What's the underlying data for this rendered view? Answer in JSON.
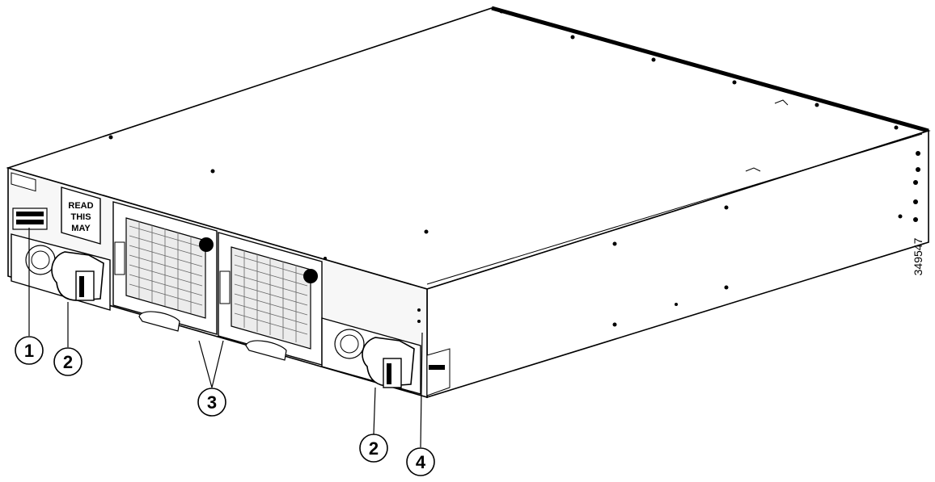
{
  "figure": {
    "id_label": "349547",
    "warning_label": [
      "READ",
      "THIS",
      "MAY"
    ],
    "callouts": [
      "1",
      "2",
      "2",
      "3",
      "4"
    ]
  },
  "colors": {
    "line": "#000000",
    "panel": "#ffffff",
    "shade": "#e6e6e6"
  }
}
